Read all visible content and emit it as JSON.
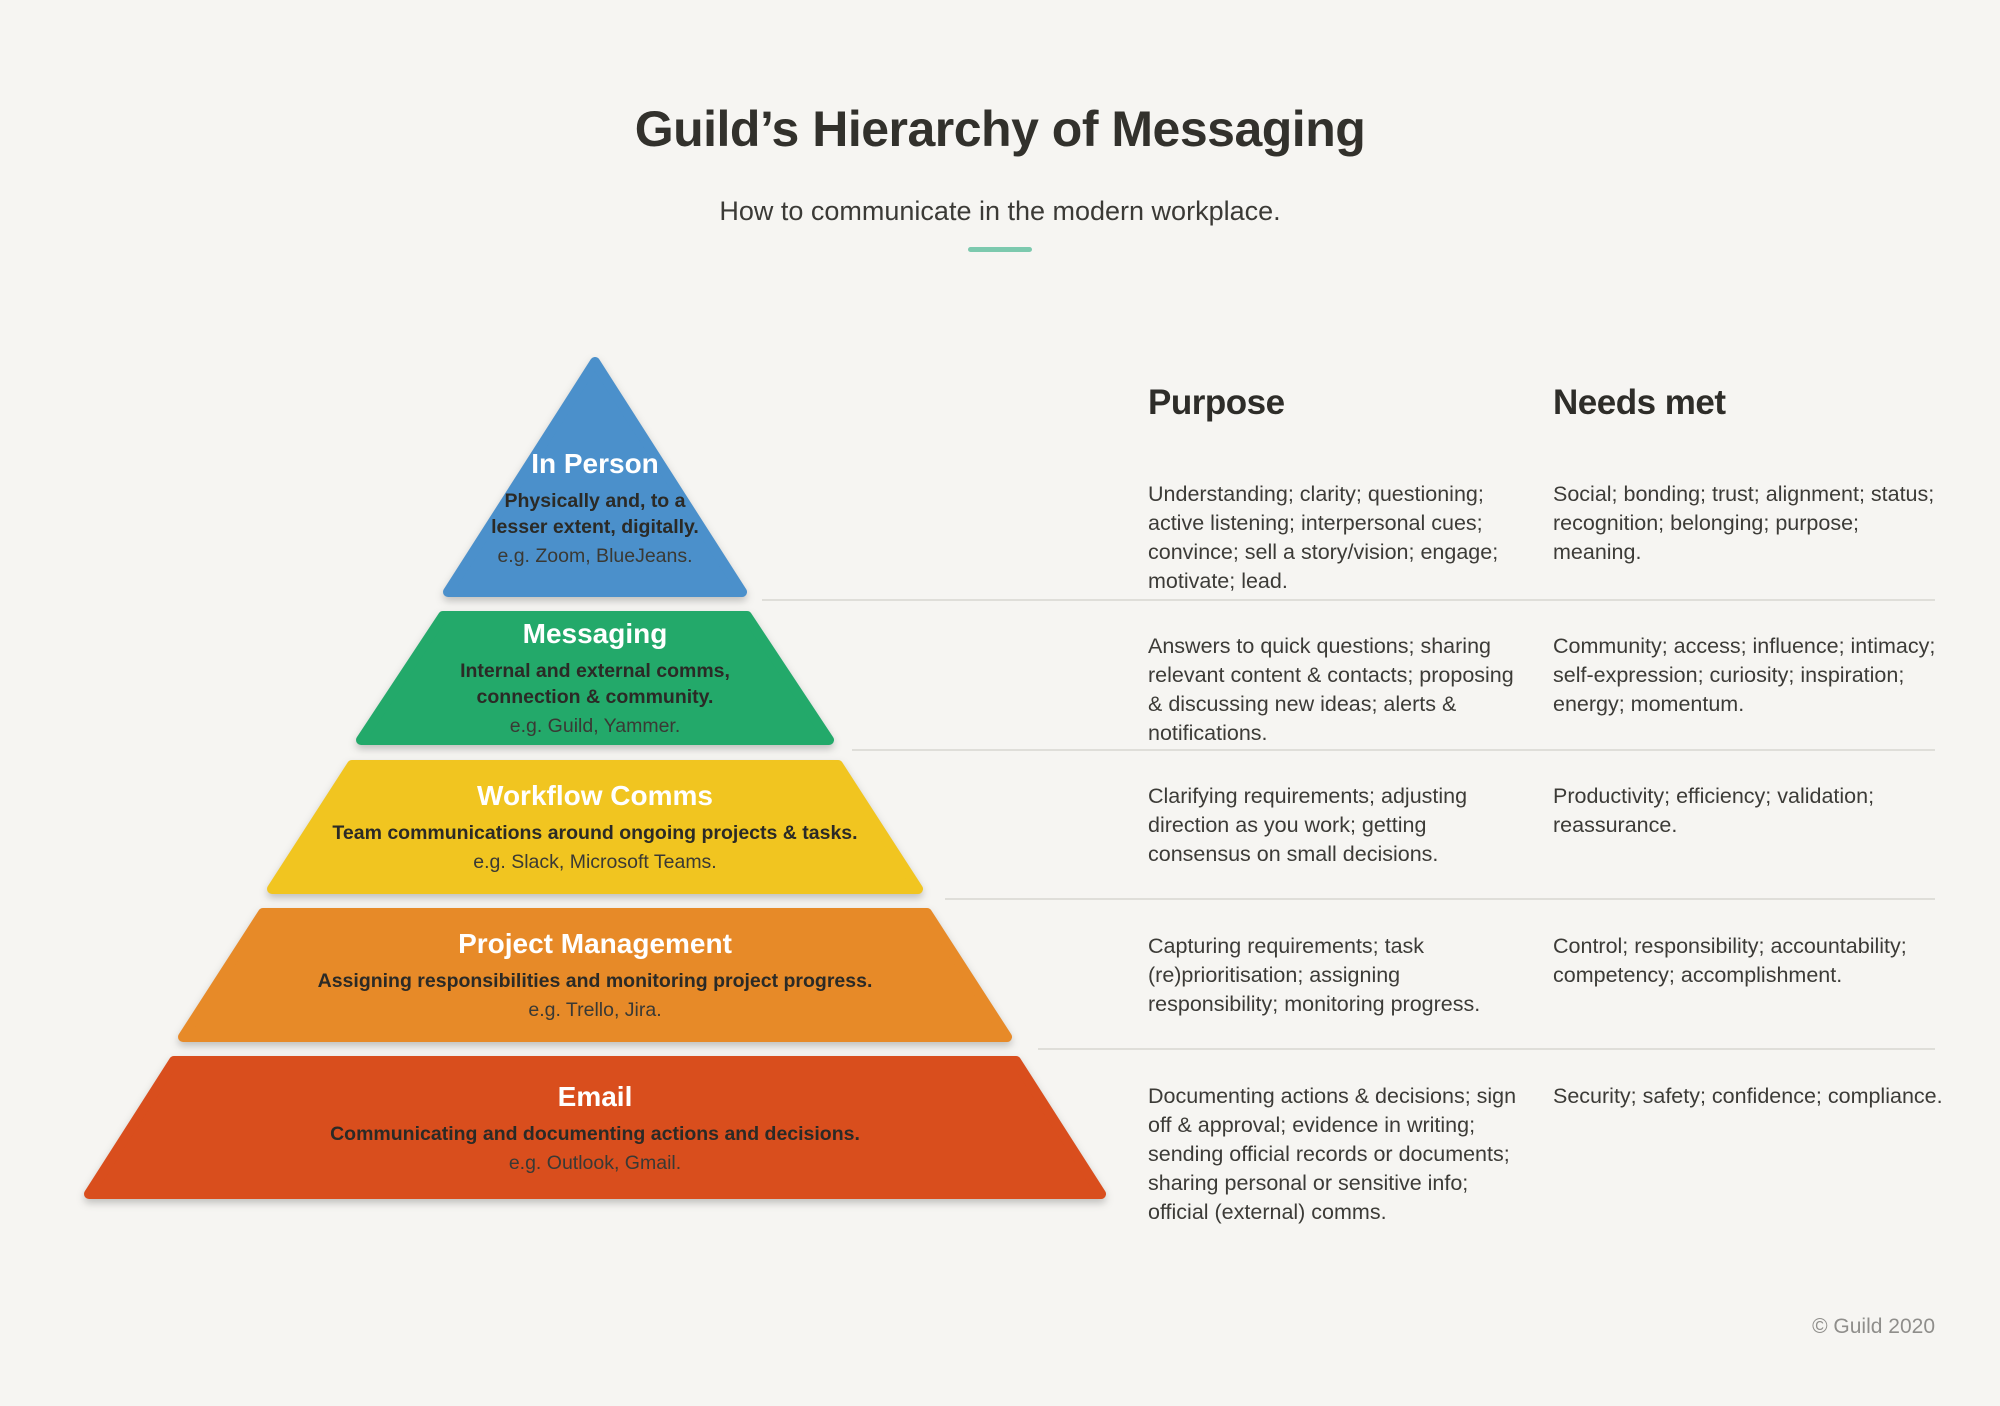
{
  "header": {
    "title": "Guild’s Hierarchy of Messaging",
    "subtitle": "How to communicate in the modern workplace.",
    "accent_color": "#7cc9ae"
  },
  "pyramid": {
    "levels": [
      {
        "id": "in-person",
        "title": "In Person",
        "description": "Physically and, to a lesser extent, digitally.",
        "example": "e.g. Zoom, BlueJeans.",
        "color": "#4b90cb"
      },
      {
        "id": "messaging",
        "title": "Messaging",
        "description": "Internal and external comms, connection & community.",
        "example": "e.g. Guild, Yammer.",
        "color": "#23a96a"
      },
      {
        "id": "workflow-comms",
        "title": "Workflow Comms",
        "description": "Team communications around ongoing projects & tasks.",
        "example": "e.g. Slack, Microsoft Teams.",
        "color": "#f1c520"
      },
      {
        "id": "project-management",
        "title": "Project Management",
        "description": "Assigning responsibilities and monitoring project progress.",
        "example": "e.g. Trello, Jira.",
        "color": "#e78a28"
      },
      {
        "id": "email",
        "title": "Email",
        "description": "Communicating and documenting actions and decisions.",
        "example": "e.g. Outlook, Gmail.",
        "color": "#d94e1d"
      }
    ]
  },
  "table": {
    "purpose_header": "Purpose",
    "needs_header": "Needs met",
    "rows": [
      {
        "purpose": "Understanding; clarity; questioning; active listening; interpersonal cues; convince; sell a story/vision; engage; motivate; lead.",
        "needs": "Social; bonding; trust; alignment; status; recognition; belonging; purpose; meaning."
      },
      {
        "purpose": "Answers to quick questions; sharing relevant content & contacts; proposing & discussing new ideas; alerts & notifications.",
        "needs": "Community; access; influence; intimacy; self-expression; curiosity; inspiration; energy; momentum."
      },
      {
        "purpose": "Clarifying requirements; adjusting direction as you work; getting consensus on small decisions.",
        "needs": "Productivity; efficiency; validation; reassurance."
      },
      {
        "purpose": "Capturing requirements; task (re)prioritisation; assigning responsibility; monitoring progress.",
        "needs": "Control; responsibility; accountability; competency; accomplishment."
      },
      {
        "purpose": "Documenting actions & decisions; sign off & approval; evidence in writing; sending official records or documents; sharing personal or sensitive info; official (external) comms.",
        "needs": "Security; safety; confidence; compliance."
      }
    ]
  },
  "footer": {
    "copyright": "© Guild 2020"
  }
}
